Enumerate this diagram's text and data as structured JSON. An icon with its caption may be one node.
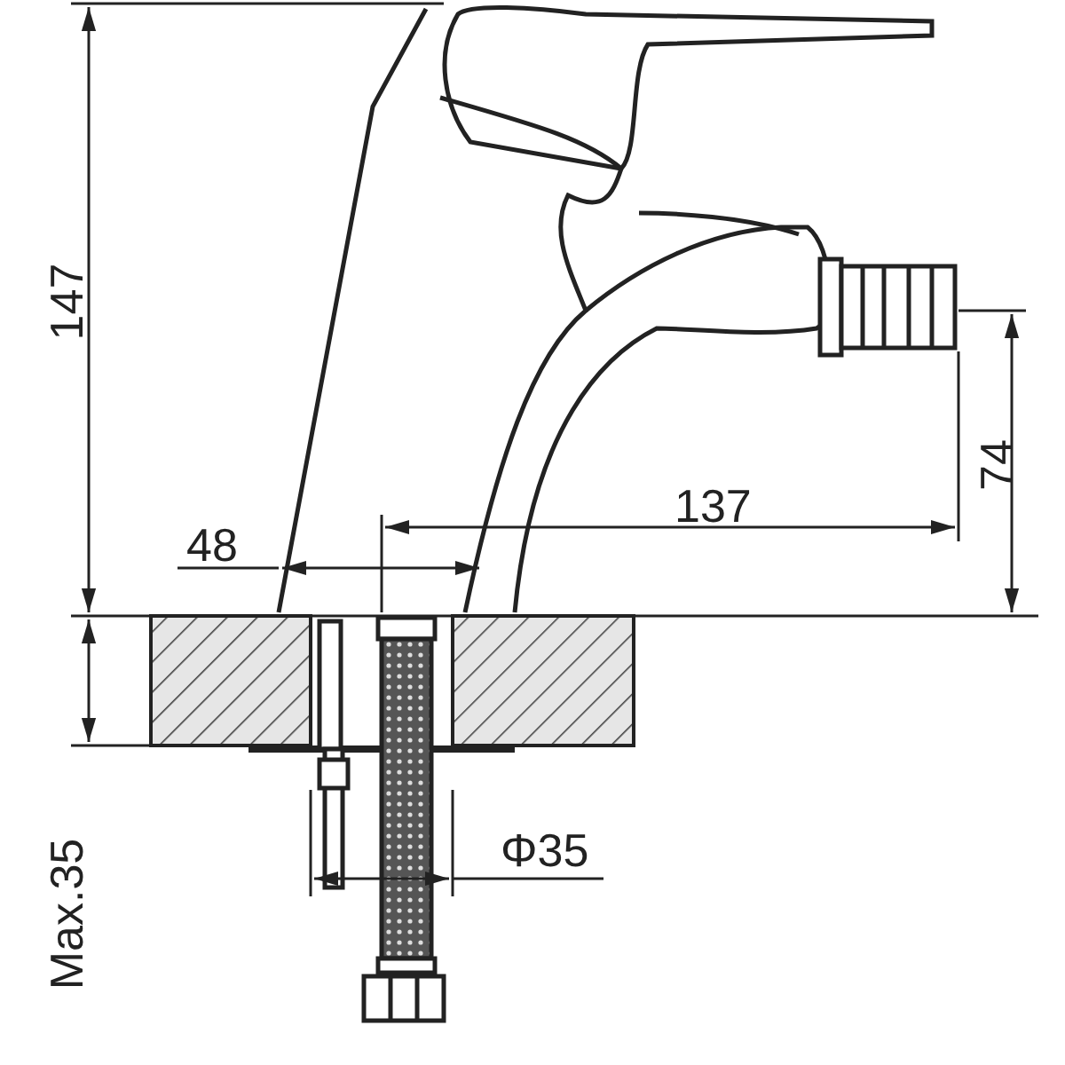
{
  "diagram": {
    "labels": [
      "147",
      "74",
      "137",
      "48",
      "Max.35",
      "Φ35"
    ]
  }
}
